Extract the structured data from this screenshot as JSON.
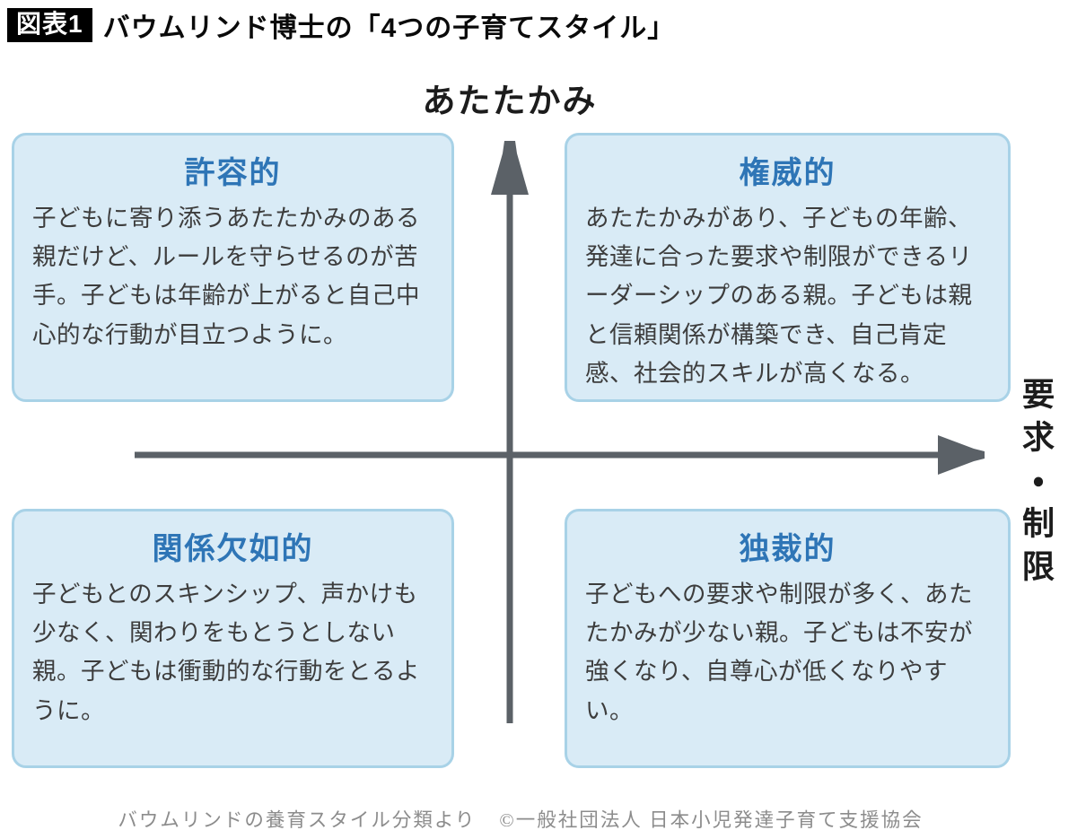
{
  "header": {
    "badge": "図表1",
    "title": "バウムリンド博士の「4つの子育てスタイル」"
  },
  "axes": {
    "vertical_label": "あたたかみ",
    "horizontal_label": "要求・制限",
    "arrow_color": "#5b6167"
  },
  "quadrants": {
    "top_left": {
      "title": "許容的",
      "body": "子どもに寄り添うあたたかみのある親だけど、ルールを守らせるのが苦手。子どもは年齢が上がると自己中心的な行動が目立つように。"
    },
    "top_right": {
      "title": "権威的",
      "body": "あたたかみがあり、子どもの年齢、発達に合った要求や制限ができるリーダーシップのある親。子どもは親と信頼関係が構築でき、自己肯定感、社会的スキルが高くなる。"
    },
    "bottom_left": {
      "title": "関係欠如的",
      "body": "子どもとのスキンシップ、声かけも少なく、関わりをもとうとしない親。子どもは衝動的な行動をとるように。"
    },
    "bottom_right": {
      "title": "独裁的",
      "body": "子どもへの要求や制限が多く、あたたかみが少ない親。子どもは不安が強くなり、自尊心が低くなりやすい。"
    }
  },
  "footer": {
    "source": "バウムリンドの養育スタイル分類より",
    "copyright": "©一般社団法人 日本小児発達子育て支援協会"
  },
  "colors": {
    "box_fill": "#d9ebf6",
    "box_border": "#a8d2e7",
    "quadrant_title": "#2e75b6",
    "body_text": "#3d3d3d",
    "caption_text": "#8c8c8c",
    "arrow": "#5b6167"
  }
}
